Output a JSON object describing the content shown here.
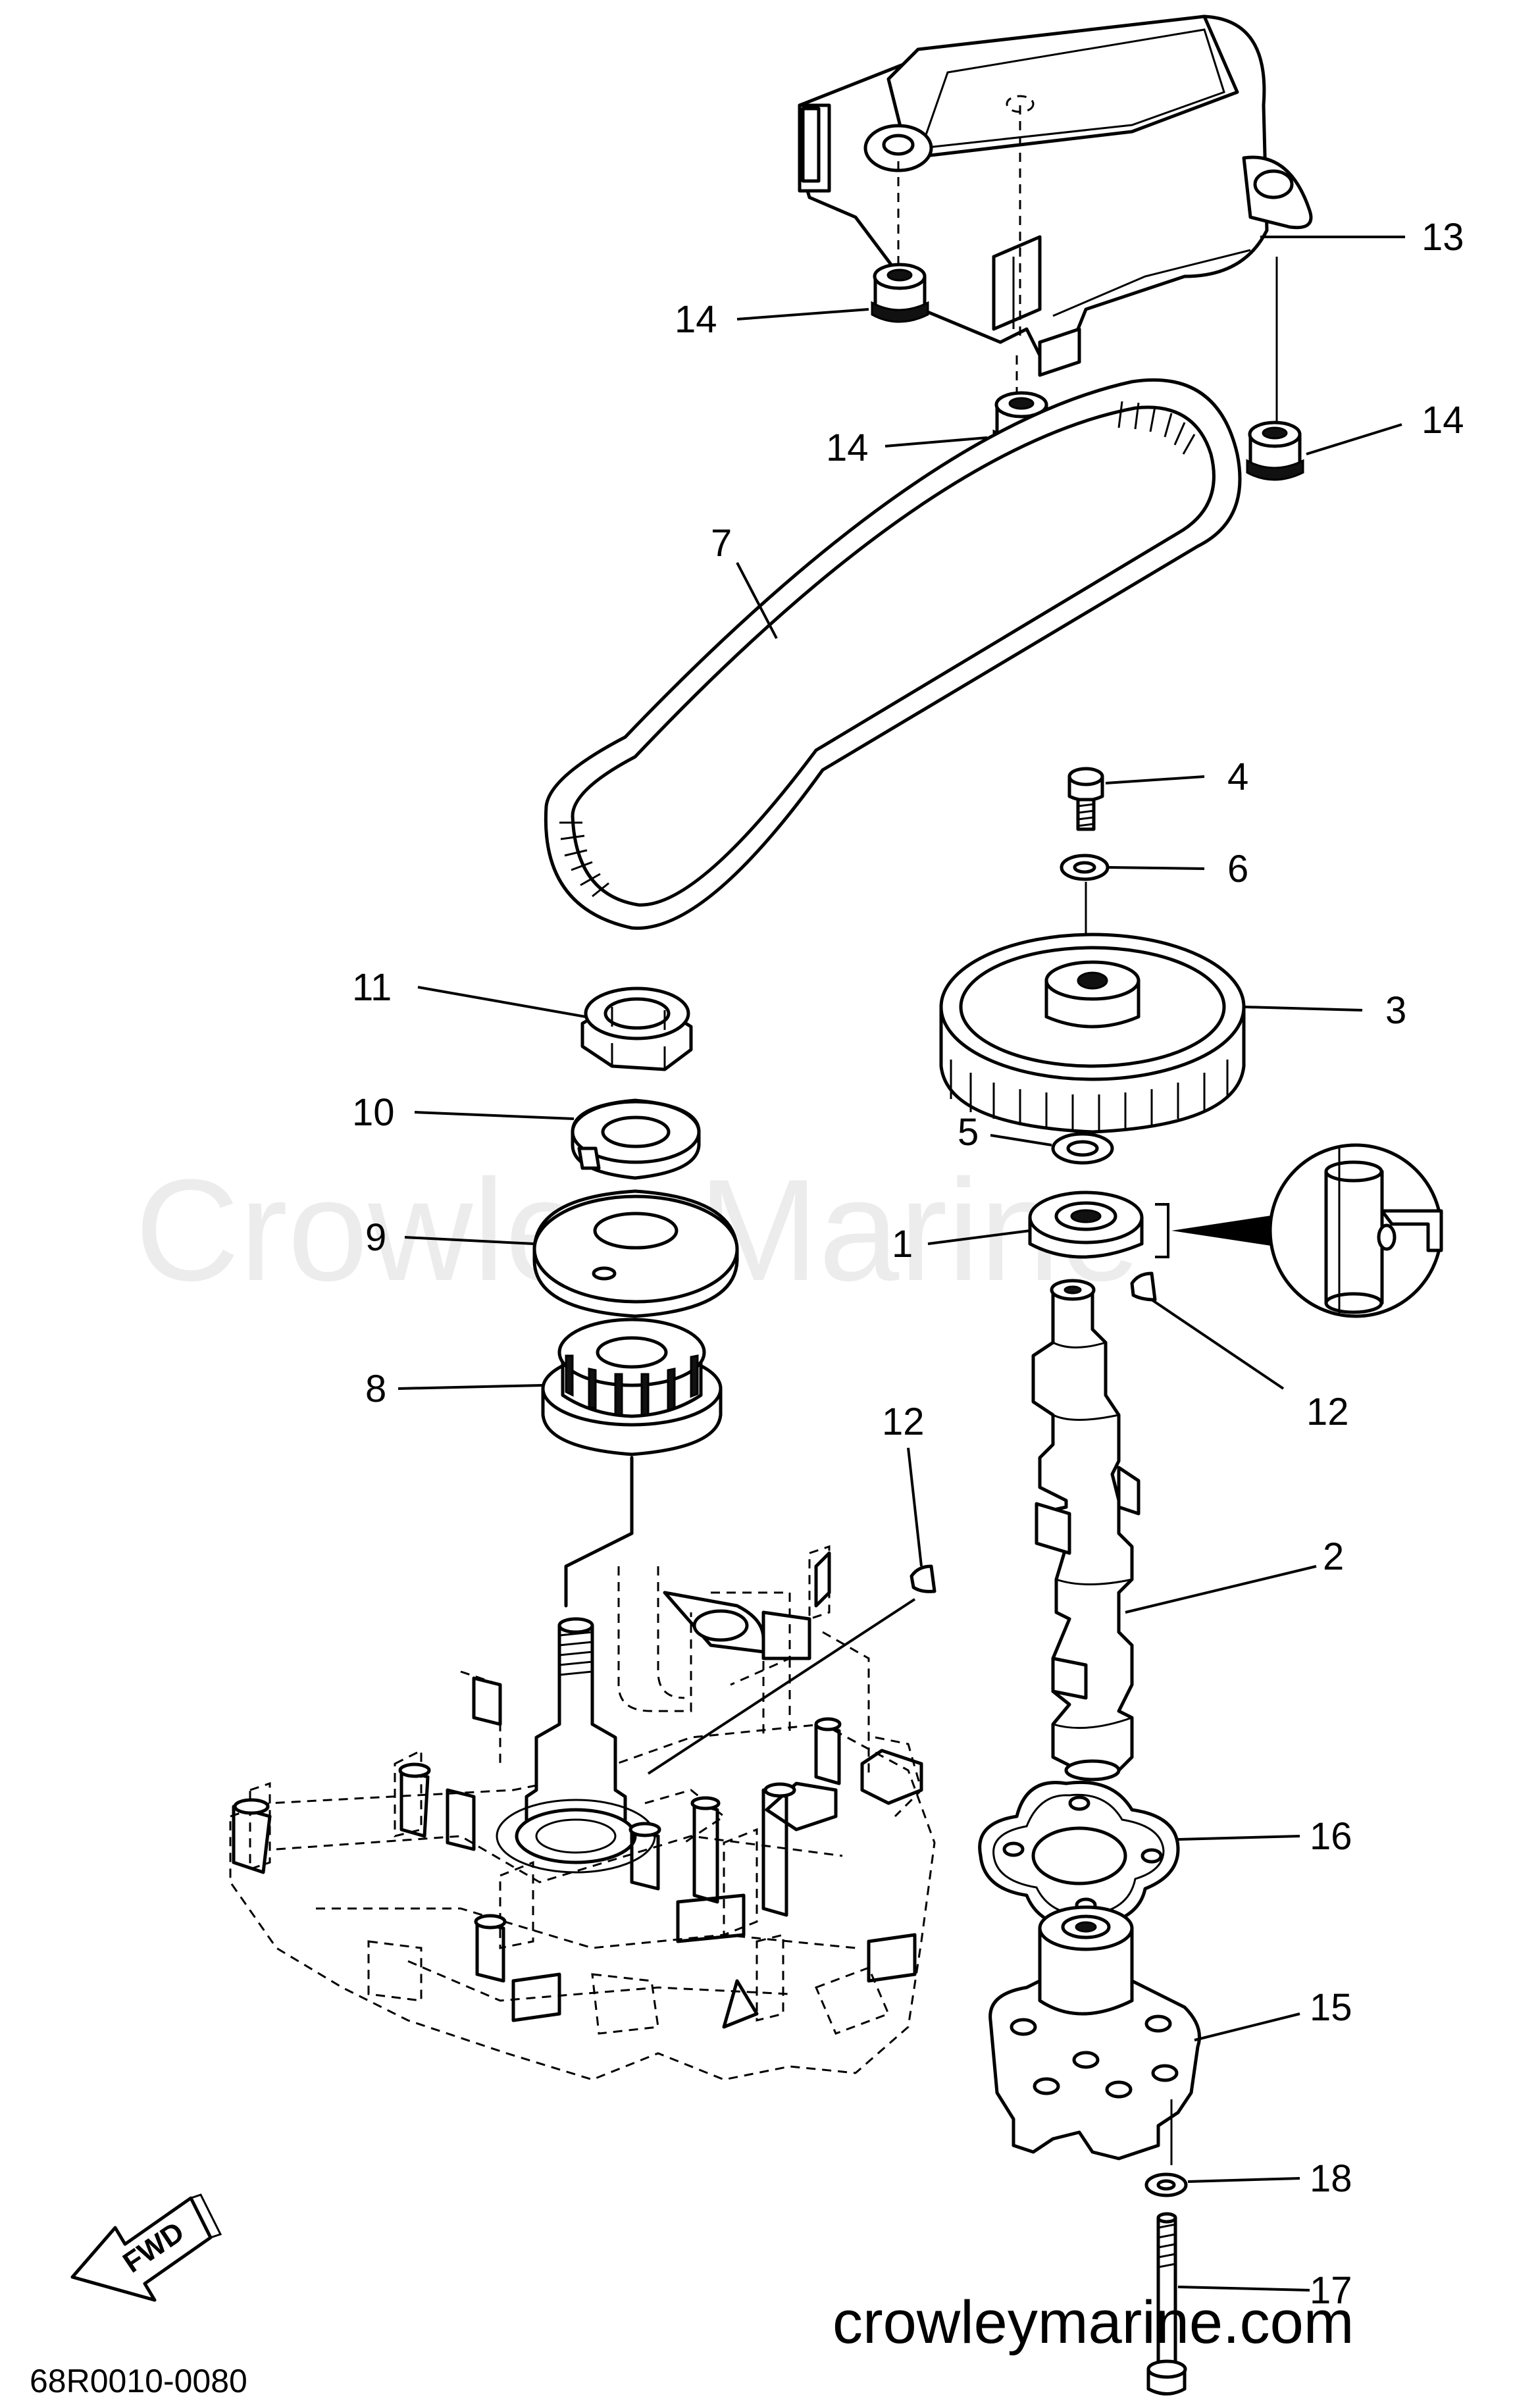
{
  "diagram": {
    "part_code": "68R0010-0080",
    "watermark": "Crowley Marine",
    "website": "crowleymarine.com",
    "fwd_label": "FWD",
    "callouts": {
      "c1": "1",
      "c2": "2",
      "c3": "3",
      "c4": "4",
      "c5": "5",
      "c6": "6",
      "c7": "7",
      "c8": "8",
      "c9": "9",
      "c10": "10",
      "c11": "11",
      "c12a": "12",
      "c12b": "12",
      "c13": "13",
      "c14a": "14",
      "c14b": "14",
      "c14c": "14",
      "c15": "15",
      "c16": "16",
      "c17": "17",
      "c18": "18"
    }
  }
}
